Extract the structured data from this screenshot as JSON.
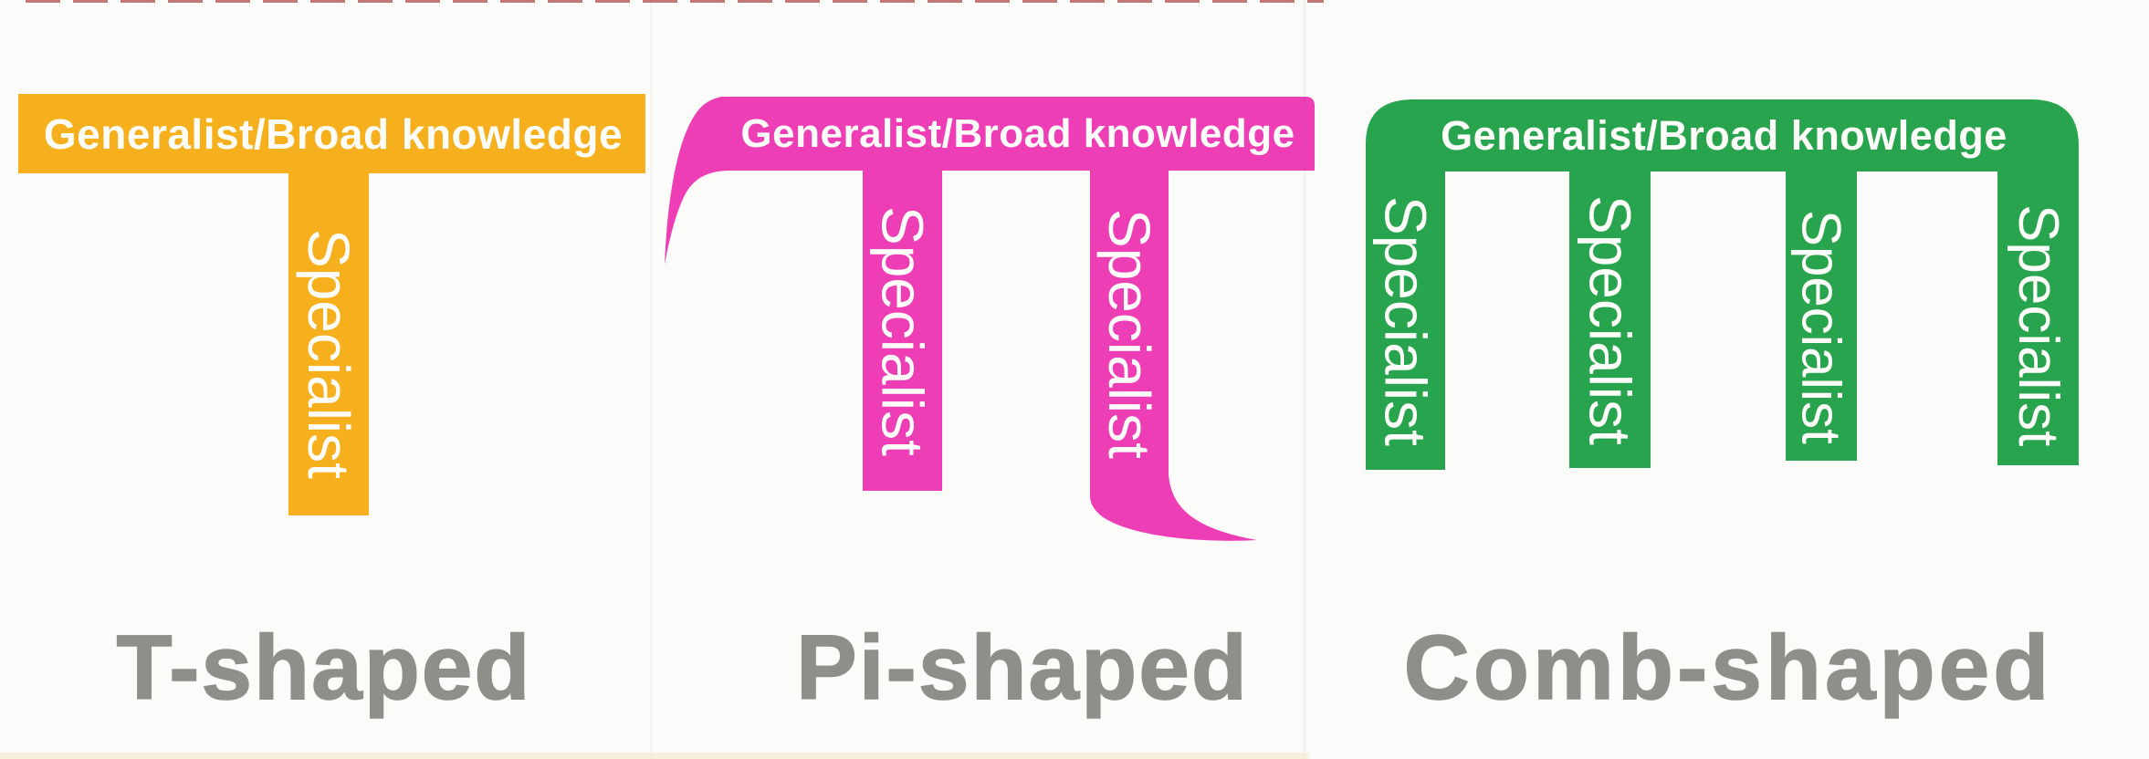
{
  "diagram": {
    "background": "#FBFBF9",
    "label_color": "#FCFCF8",
    "caption_color": "#8F8F8A",
    "panels": [
      {
        "caption": "T-shaped",
        "color": "#F6B01E",
        "bar_label": "Generalist/Broad knowledge",
        "legs": [
          "Specialist"
        ]
      },
      {
        "caption": "Pi-shaped",
        "color": "#EE3EB6",
        "bar_label": "Generalist/Broad knowledge",
        "legs": [
          "Specialist",
          "Specialist"
        ]
      },
      {
        "caption": "Comb-shaped",
        "color": "#27A44D",
        "bar_label": "Generalist/Broad knowledge",
        "legs": [
          "Specialist",
          "Specialist",
          "Specialist",
          "Specialist"
        ]
      }
    ]
  }
}
